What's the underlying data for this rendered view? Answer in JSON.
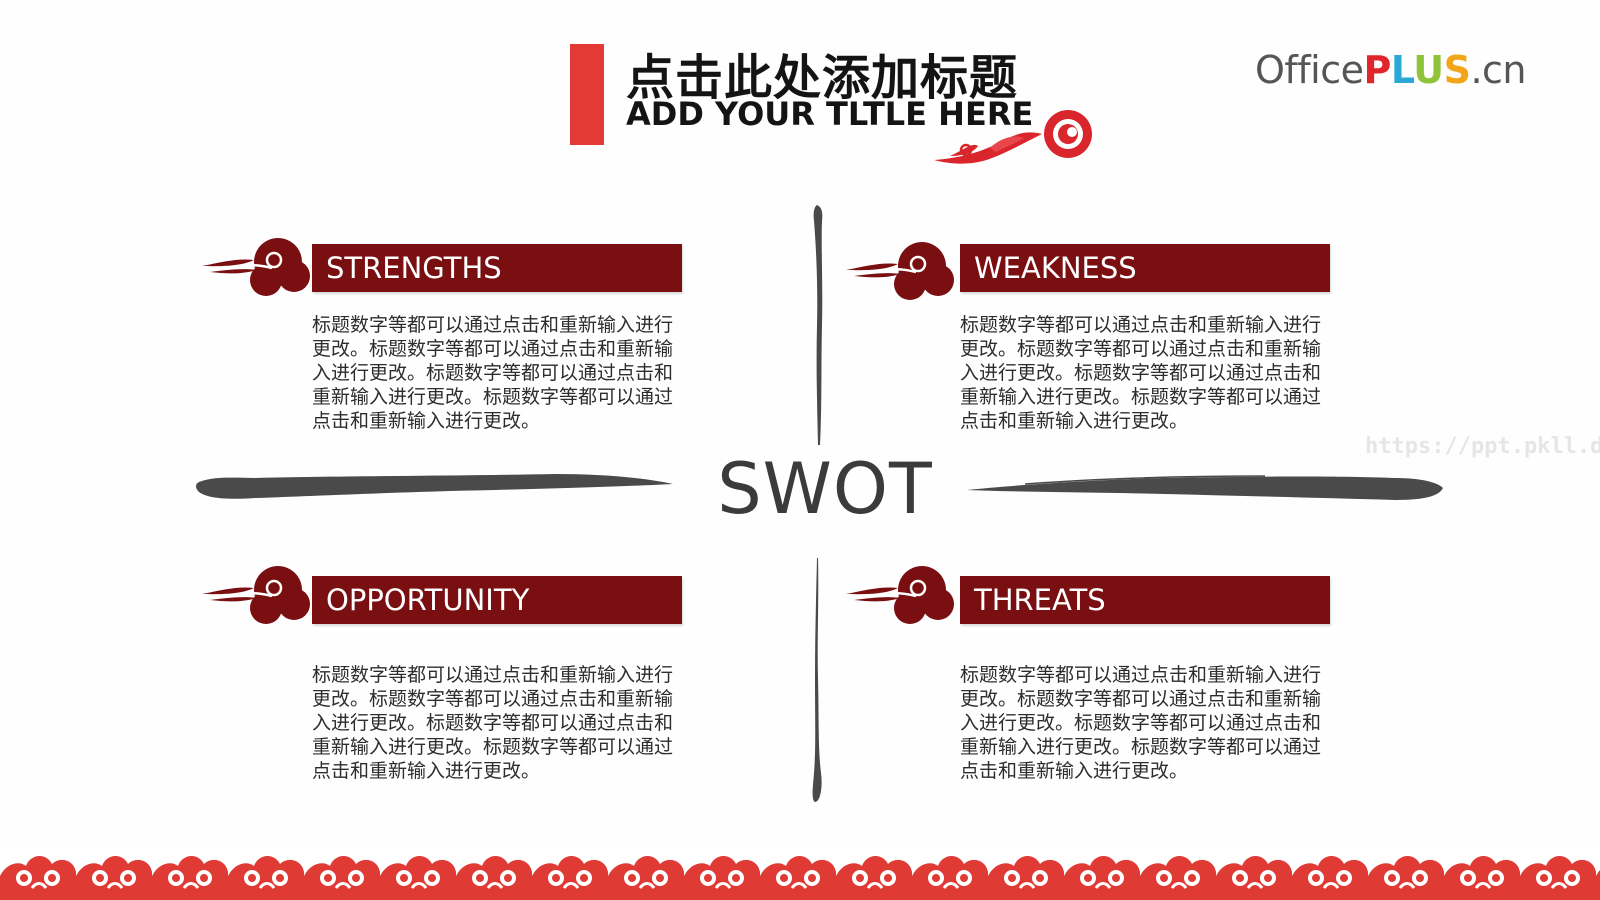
{
  "title": {
    "cn": "点击此处添加标题",
    "en": "ADD YOUR TLTLE HERE"
  },
  "logo": {
    "office": "Office",
    "p": "P",
    "l": "L",
    "u": "U",
    "s": "S",
    "cn": ".cn"
  },
  "watermark": "https://ppt.pkll.de",
  "center_label": "SWOT",
  "quadrants": [
    {
      "label": "STRENGTHS",
      "text": "标题数字等都可以通过点击和重新输入进行更改。标题数字等都可以通过点击和重新输入进行更改。标题数字等都可以通过点击和重新输入进行更改。标题数字等都可以通过点击和重新输入进行更改。"
    },
    {
      "label": "WEAKNESS",
      "text": "标题数字等都可以通过点击和重新输入进行更改。标题数字等都可以通过点击和重新输入进行更改。标题数字等都可以通过点击和重新输入进行更改。标题数字等都可以通过点击和重新输入进行更改。"
    },
    {
      "label": "OPPORTUNITY",
      "text": "标题数字等都可以通过点击和重新输入进行更改。标题数字等都可以通过点击和重新输入进行更改。标题数字等都可以通过点击和重新输入进行更改。标题数字等都可以通过点击和重新输入进行更改。"
    },
    {
      "label": "THREATS",
      "text": "标题数字等都可以通过点击和重新输入进行更改。标题数字等都可以通过点击和重新输入进行更改。标题数字等都可以通过点击和重新输入进行更改。标题数字等都可以通过点击和重新输入进行更改。"
    }
  ],
  "colors": {
    "accent_red": "#e33a36",
    "bar_dark_red": "#7a0f12",
    "ink_gray": "#4a4a4a"
  }
}
